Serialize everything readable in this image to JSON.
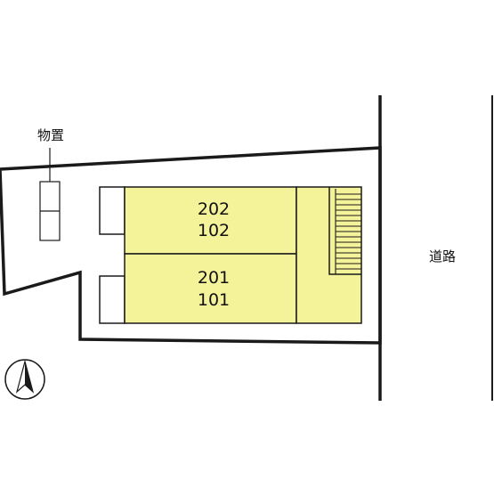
{
  "storage": {
    "label": "物置"
  },
  "road": {
    "label": "道路"
  },
  "units": {
    "upper": {
      "top": "202",
      "bottom": "102"
    },
    "lower": {
      "top": "201",
      "bottom": "101"
    }
  },
  "compass": {
    "icon": "north-arrow-icon"
  },
  "colors": {
    "unit_fill": "#f5f39a",
    "stair_fill": "#f5f39a",
    "line": "#1a1a1a"
  }
}
